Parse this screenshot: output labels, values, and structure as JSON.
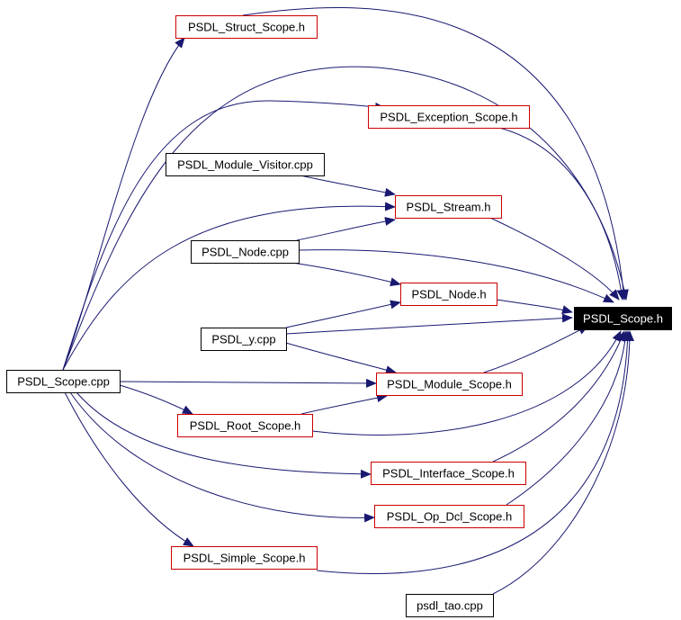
{
  "graph": {
    "nodes": [
      {
        "id": "struct_scope",
        "label": "PSDL_Struct_Scope.h",
        "style": "header"
      },
      {
        "id": "exception_scope",
        "label": "PSDL_Exception_Scope.h",
        "style": "header"
      },
      {
        "id": "module_visitor",
        "label": "PSDL_Module_Visitor.cpp",
        "style": "source"
      },
      {
        "id": "stream",
        "label": "PSDL_Stream.h",
        "style": "header"
      },
      {
        "id": "node_cpp",
        "label": "PSDL_Node.cpp",
        "style": "source"
      },
      {
        "id": "node_h",
        "label": "PSDL_Node.h",
        "style": "header"
      },
      {
        "id": "scope_h",
        "label": "PSDL_Scope.h",
        "style": "focus"
      },
      {
        "id": "y_cpp",
        "label": "PSDL_y.cpp",
        "style": "source"
      },
      {
        "id": "scope_cpp",
        "label": "PSDL_Scope.cpp",
        "style": "source"
      },
      {
        "id": "module_scope",
        "label": "PSDL_Module_Scope.h",
        "style": "header"
      },
      {
        "id": "root_scope",
        "label": "PSDL_Root_Scope.h",
        "style": "header"
      },
      {
        "id": "interface_scope",
        "label": "PSDL_Interface_Scope.h",
        "style": "header"
      },
      {
        "id": "op_dcl_scope",
        "label": "PSDL_Op_Dcl_Scope.h",
        "style": "header"
      },
      {
        "id": "simple_scope",
        "label": "PSDL_Simple_Scope.h",
        "style": "header"
      },
      {
        "id": "tao_cpp",
        "label": "psdl_tao.cpp",
        "style": "source"
      }
    ],
    "edges": [
      {
        "from": "struct_scope",
        "to": "scope_h"
      },
      {
        "from": "exception_scope",
        "to": "scope_h"
      },
      {
        "from": "stream",
        "to": "scope_h"
      },
      {
        "from": "node_cpp",
        "to": "scope_h"
      },
      {
        "from": "node_h",
        "to": "scope_h"
      },
      {
        "from": "y_cpp",
        "to": "scope_h"
      },
      {
        "from": "module_scope",
        "to": "scope_h"
      },
      {
        "from": "root_scope",
        "to": "scope_h"
      },
      {
        "from": "interface_scope",
        "to": "scope_h"
      },
      {
        "from": "op_dcl_scope",
        "to": "scope_h"
      },
      {
        "from": "simple_scope",
        "to": "scope_h"
      },
      {
        "from": "tao_cpp",
        "to": "scope_h"
      },
      {
        "from": "scope_cpp",
        "to": "scope_h"
      },
      {
        "from": "module_visitor",
        "to": "stream"
      },
      {
        "from": "scope_cpp",
        "to": "stream"
      },
      {
        "from": "node_cpp",
        "to": "stream"
      },
      {
        "from": "node_cpp",
        "to": "node_h"
      },
      {
        "from": "y_cpp",
        "to": "node_h"
      },
      {
        "from": "y_cpp",
        "to": "module_scope"
      },
      {
        "from": "scope_cpp",
        "to": "module_scope"
      },
      {
        "from": "root_scope",
        "to": "module_scope"
      },
      {
        "from": "scope_cpp",
        "to": "root_scope"
      },
      {
        "from": "scope_cpp",
        "to": "struct_scope"
      },
      {
        "from": "scope_cpp",
        "to": "exception_scope"
      },
      {
        "from": "scope_cpp",
        "to": "interface_scope"
      },
      {
        "from": "scope_cpp",
        "to": "op_dcl_scope"
      },
      {
        "from": "scope_cpp",
        "to": "simple_scope"
      }
    ],
    "colors": {
      "edge": "#191970",
      "header_border": "#cc0000",
      "source_border": "#000000",
      "focus_fill": "#000000",
      "focus_text": "#ffffff",
      "text": "#000000"
    }
  }
}
